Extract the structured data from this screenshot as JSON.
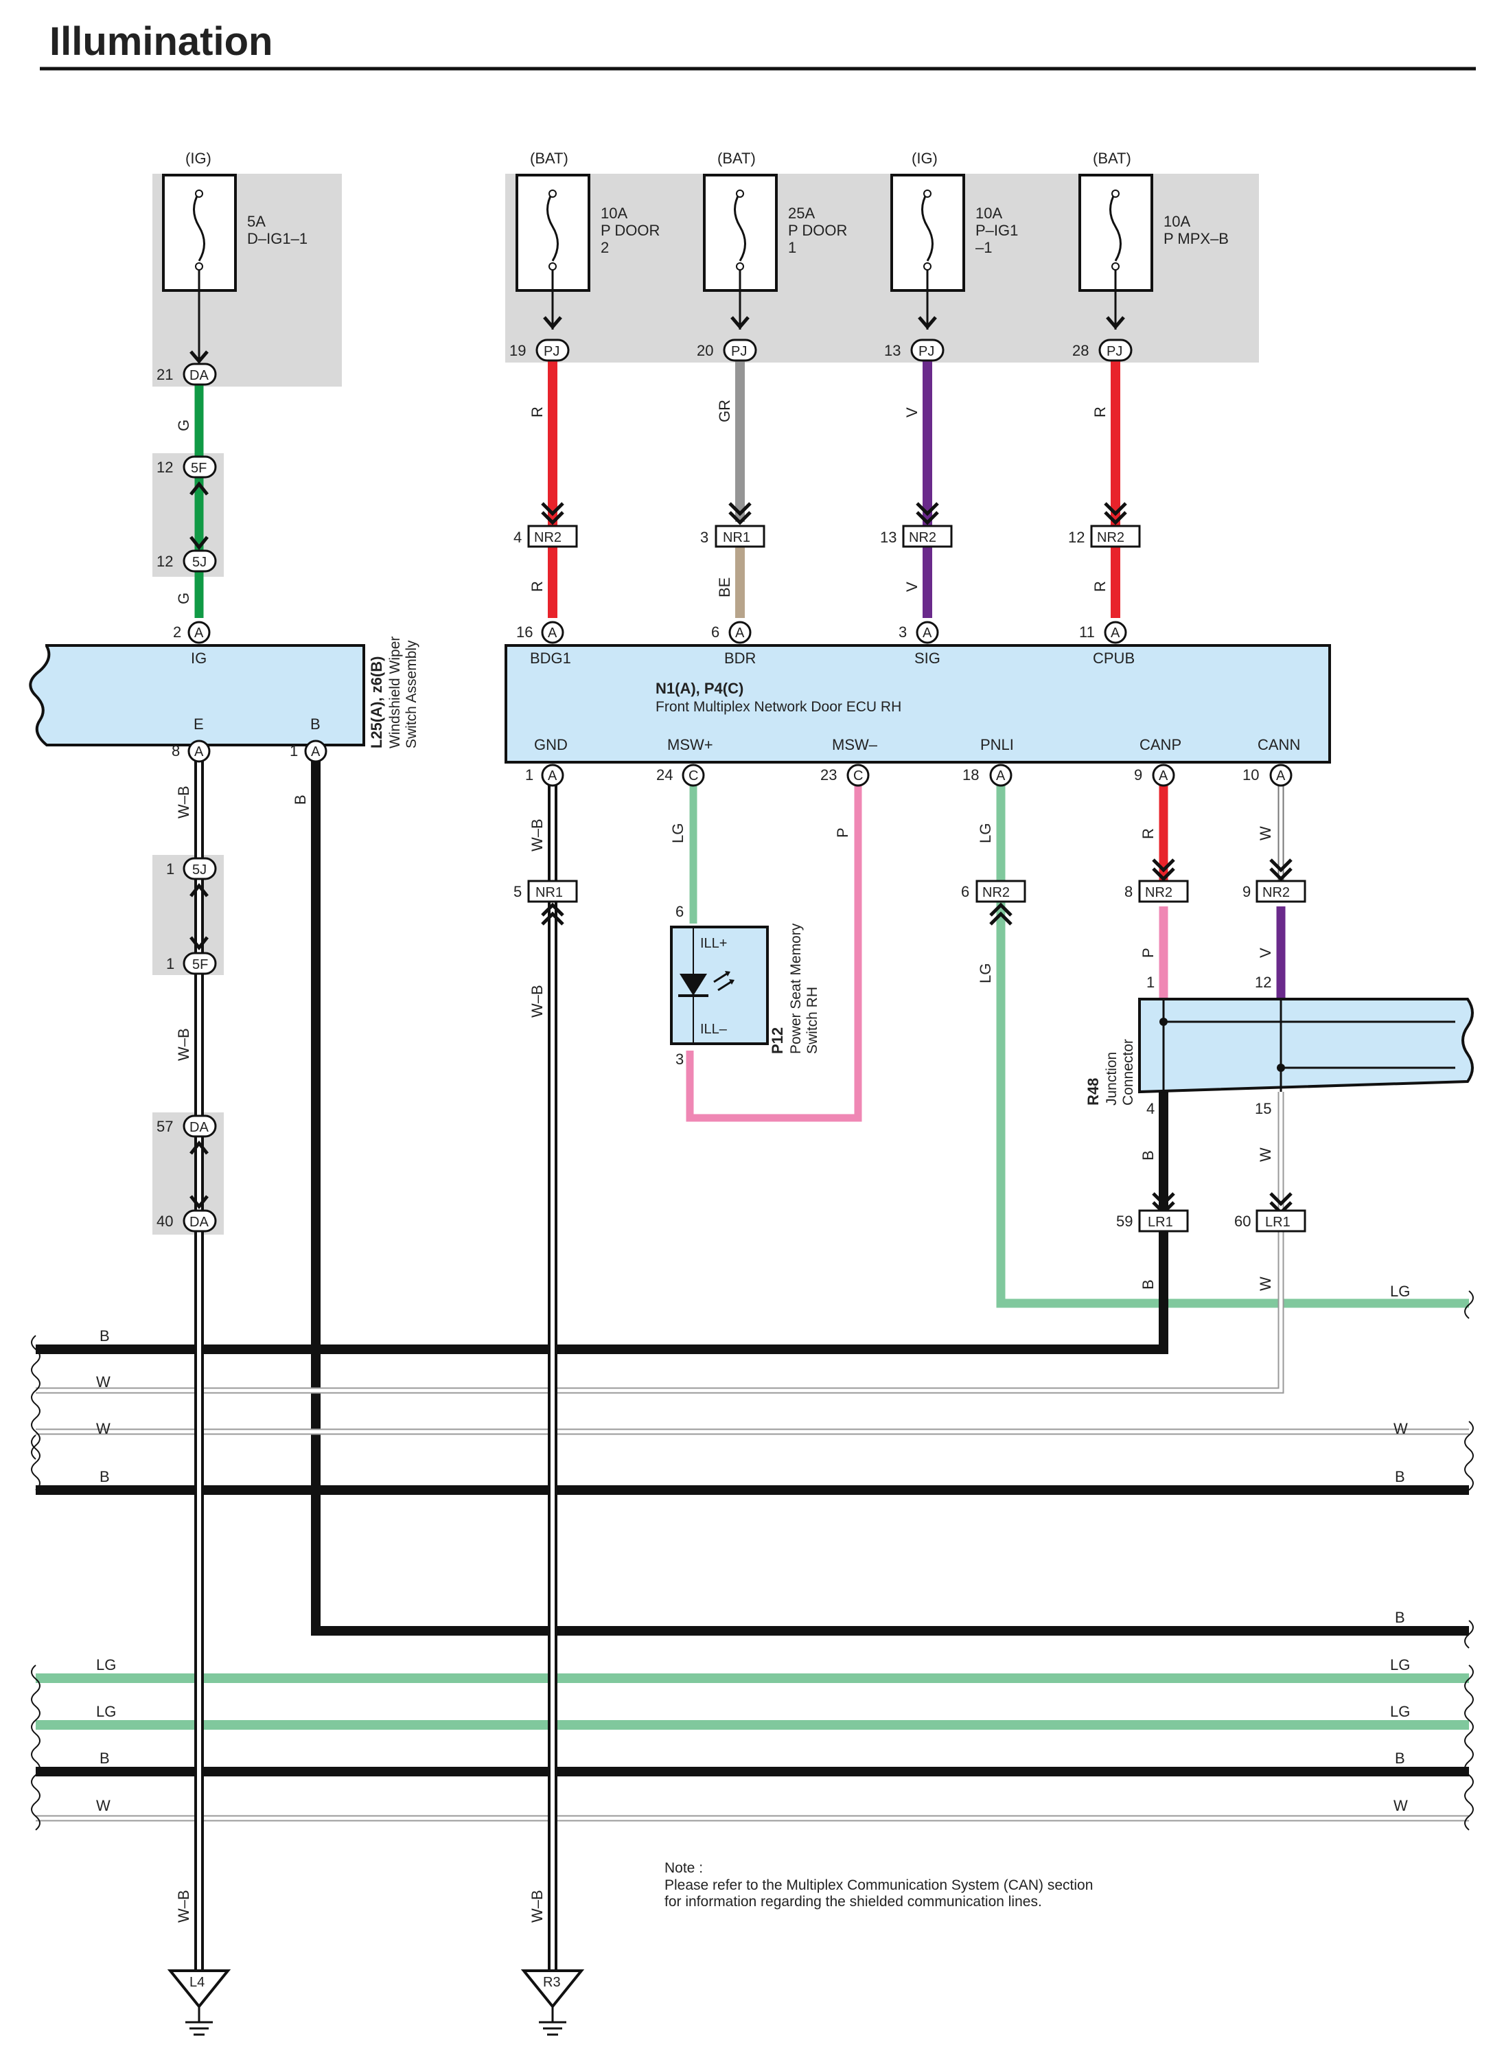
{
  "title": "Illumination",
  "colors": {
    "R": "#e8232b",
    "G": "#109a45",
    "GR": "#959595",
    "BE": "#b7a48b",
    "V": "#6a2a8b",
    "P": "#ef87b4",
    "LG": "#80c89d",
    "B": "#111111",
    "panel": "#d9d9d9",
    "ecu_fill": "#cbe7f8"
  },
  "fuses": [
    {
      "source": "(IG)",
      "line1": "5A",
      "line2": "D–IG1–1",
      "line3": ""
    },
    {
      "source": "(BAT)",
      "line1": "10A",
      "line2": "P DOOR",
      "line3": "2"
    },
    {
      "source": "(BAT)",
      "line1": "25A",
      "line2": "P DOOR",
      "line3": "1"
    },
    {
      "source": "(IG)",
      "line1": "10A",
      "line2": "P–IG1",
      "line3": "–1"
    },
    {
      "source": "(BAT)",
      "line1": "10A",
      "line2": "P MPX–B",
      "line3": ""
    }
  ],
  "connectors": {
    "da21": {
      "pin": "21",
      "name": "DA"
    },
    "f5_12": {
      "pin": "12",
      "name": "5F"
    },
    "j5_12": {
      "pin": "12",
      "name": "5J"
    },
    "a2": {
      "pin": "2",
      "name": "A"
    },
    "pj19": {
      "pin": "19",
      "name": "PJ"
    },
    "pj20": {
      "pin": "20",
      "name": "PJ"
    },
    "pj13": {
      "pin": "13",
      "name": "PJ"
    },
    "pj28": {
      "pin": "28",
      "name": "PJ"
    },
    "nr2_4": {
      "pin": "4",
      "name": "NR2"
    },
    "nr1_3": {
      "pin": "3",
      "name": "NR1"
    },
    "nr2_13": {
      "pin": "13",
      "name": "NR2"
    },
    "nr2_12": {
      "pin": "12",
      "name": "NR2"
    },
    "a16": {
      "pin": "16",
      "name": "A"
    },
    "a6": {
      "pin": "6",
      "name": "A"
    },
    "a3": {
      "pin": "3",
      "name": "A"
    },
    "a11": {
      "pin": "11",
      "name": "A"
    },
    "a8": {
      "pin": "8",
      "name": "A"
    },
    "a1w": {
      "pin": "1",
      "name": "A"
    },
    "a1n": {
      "pin": "1",
      "name": "A"
    },
    "c24": {
      "pin": "24",
      "name": "C"
    },
    "c23": {
      "pin": "23",
      "name": "C"
    },
    "a18": {
      "pin": "18",
      "name": "A"
    },
    "a9": {
      "pin": "9",
      "name": "A"
    },
    "a10": {
      "pin": "10",
      "name": "A"
    },
    "j5_1": {
      "pin": "1",
      "name": "5J"
    },
    "f5_1": {
      "pin": "1",
      "name": "5F"
    },
    "nr1_5": {
      "pin": "5",
      "name": "NR1"
    },
    "nr2_6": {
      "pin": "6",
      "name": "NR2"
    },
    "nr2_8": {
      "pin": "8",
      "name": "NR2"
    },
    "nr2_9": {
      "pin": "9",
      "name": "NR2"
    },
    "da57": {
      "pin": "57",
      "name": "DA"
    },
    "da40": {
      "pin": "40",
      "name": "DA"
    },
    "lr1_59": {
      "pin": "59",
      "name": "LR1"
    },
    "lr1_60": {
      "pin": "60",
      "name": "LR1"
    }
  },
  "wire_labels": {
    "g1": "G",
    "g2": "G",
    "r1": "R",
    "gr": "GR",
    "v1": "V",
    "r2": "R",
    "r3": "R",
    "be": "BE",
    "v2": "V",
    "r4": "R",
    "wb1": "W–B",
    "b1": "B",
    "wb2": "W–B",
    "lg1": "LG",
    "p1": "P",
    "lg2": "LG",
    "r5": "R",
    "w1": "W",
    "wb3": "W–B",
    "wb4": "W–B",
    "lg3": "LG",
    "p2": "P",
    "v3": "V",
    "b2": "B",
    "w2": "W",
    "b3": "B",
    "w3": "W",
    "wb5": "W–B",
    "wb6": "W–B"
  },
  "wiper": {
    "pins": {
      "ig": "IG",
      "e": "E",
      "b": "B"
    },
    "code": "L25(A), z6(B)",
    "name_line1": "Windshield Wiper",
    "name_line2": "Switch Assembly"
  },
  "ecu": {
    "code": "N1(A), P4(C)",
    "name": "Front Multiplex Network Door ECU RH",
    "top_pins": [
      "BDG1",
      "BDR",
      "SIG",
      "CPUB"
    ],
    "bottom_pins": [
      "GND",
      "MSW+",
      "MSW–",
      "PNLI",
      "CANP",
      "CANN"
    ]
  },
  "p12": {
    "pin_top": "6",
    "pin_bottom": "3",
    "ill_plus": "ILL+",
    "ill_minus": "ILL–",
    "code": "P12",
    "name_line1": "Power Seat Memory",
    "name_line2": "Switch RH"
  },
  "r48": {
    "pins": {
      "p1": "1",
      "p12": "12",
      "p4": "4",
      "p15": "15"
    },
    "code": "R48",
    "name_line1": "Junction",
    "name_line2": "Connector"
  },
  "bus": {
    "lg_top": "LG",
    "rows": [
      {
        "left": "B",
        "right": ""
      },
      {
        "left": "W",
        "right": ""
      },
      {
        "left": "W",
        "right": "W"
      },
      {
        "left": "B",
        "right": "B"
      },
      {
        "left": "",
        "right": "B"
      },
      {
        "left": "LG",
        "right": "LG"
      },
      {
        "left": "LG",
        "right": "LG"
      },
      {
        "left": "B",
        "right": "B"
      },
      {
        "left": "W",
        "right": "W"
      }
    ]
  },
  "grounds": [
    {
      "label": "L4"
    },
    {
      "label": "R3"
    }
  ],
  "note": {
    "line1": "Note :",
    "line2": "Please refer to the Multiplex Communication System (CAN) section",
    "line3": "for information regarding the shielded communication lines."
  }
}
